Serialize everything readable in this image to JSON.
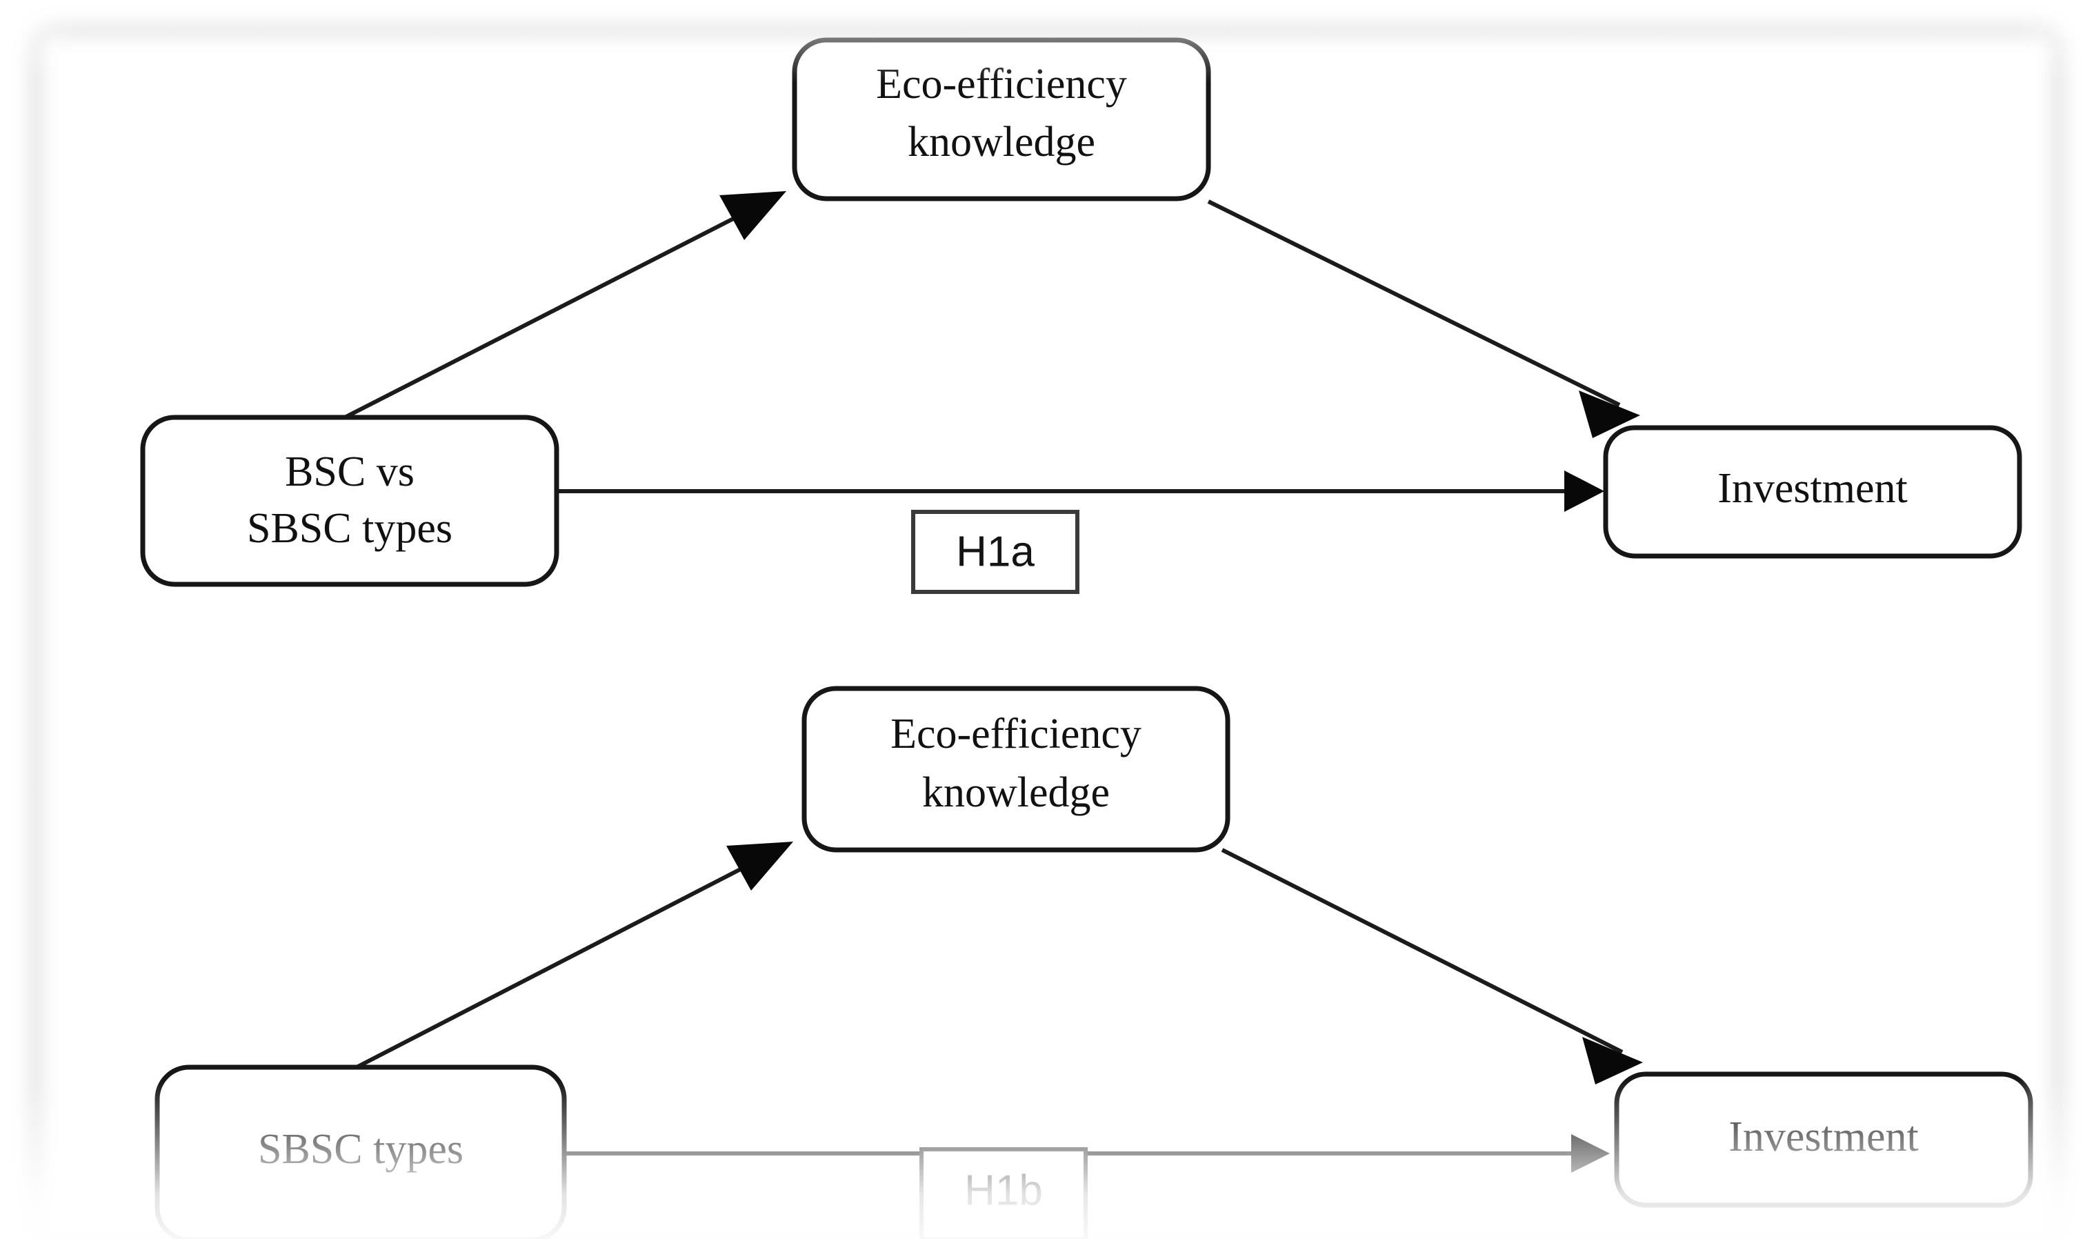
{
  "figure": {
    "type": "path-diagram",
    "description": "Two stacked mediation path models",
    "background_color": "#ffffff",
    "line_color": "#1b1b1b",
    "box_border_color": "#161616",
    "frame_color": "#b4b4b4"
  },
  "models": [
    {
      "id": "model-a",
      "nodes": {
        "predictor": {
          "label_line1": "BSC vs",
          "label_line2": "SBSC types"
        },
        "mediator": {
          "label_line1": "Eco-efficiency",
          "label_line2": "knowledge"
        },
        "outcome": {
          "label_line1": "Investment",
          "label_line2": ""
        }
      },
      "hypothesis": {
        "label": "H1a"
      },
      "paths": [
        {
          "from": "predictor",
          "to": "mediator",
          "arrow": true
        },
        {
          "from": "mediator",
          "to": "outcome",
          "arrow": true
        },
        {
          "from": "predictor",
          "to": "outcome",
          "arrow": true,
          "hypothesis": "H1a"
        }
      ]
    },
    {
      "id": "model-b",
      "nodes": {
        "predictor": {
          "label_line1": "SBSC types",
          "label_line2": ""
        },
        "mediator": {
          "label_line1": "Eco-efficiency",
          "label_line2": "knowledge"
        },
        "outcome": {
          "label_line1": "Investment",
          "label_line2": ""
        }
      },
      "hypothesis": {
        "label": "H1b"
      },
      "paths": [
        {
          "from": "predictor",
          "to": "mediator",
          "arrow": true
        },
        {
          "from": "mediator",
          "to": "outcome",
          "arrow": true
        },
        {
          "from": "predictor",
          "to": "outcome",
          "arrow": true,
          "hypothesis": "H1b"
        }
      ]
    }
  ]
}
